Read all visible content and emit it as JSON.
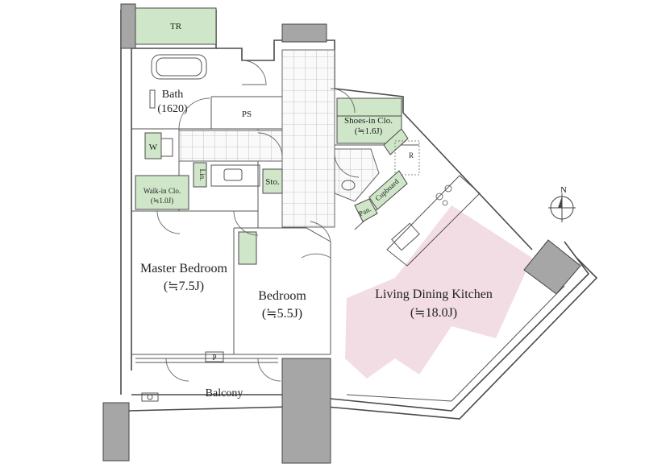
{
  "rooms": {
    "tr": "TR",
    "bath": "Bath",
    "bath_size": "(1620)",
    "ps": "PS",
    "shoes_closet": "Shoes-in Clo.",
    "shoes_closet_size": "(≒1.6J)",
    "r": "R",
    "w": "W",
    "lin": "Lin.",
    "sto": "Sto.",
    "walkin_closet": "Walk-in Clo.",
    "walkin_closet_size": "(≒1.0J)",
    "cupboard": "Cupboard",
    "pan": "Pan.",
    "master_bedroom": "Master Bedroom",
    "master_bedroom_size": "(≒7.5J)",
    "bedroom": "Bedroom",
    "bedroom_size": "(≒5.5J)",
    "ldk": "Living Dining Kitchen",
    "ldk_size": "(≒18.0J)",
    "p": "P",
    "balcony": "Balcony",
    "north": "N"
  },
  "colors": {
    "storage_green": "#cfe6c8",
    "ldk_pink": "#f3dde5",
    "column_grey": "#a6a6a6",
    "wall": "#4a4a4a"
  }
}
